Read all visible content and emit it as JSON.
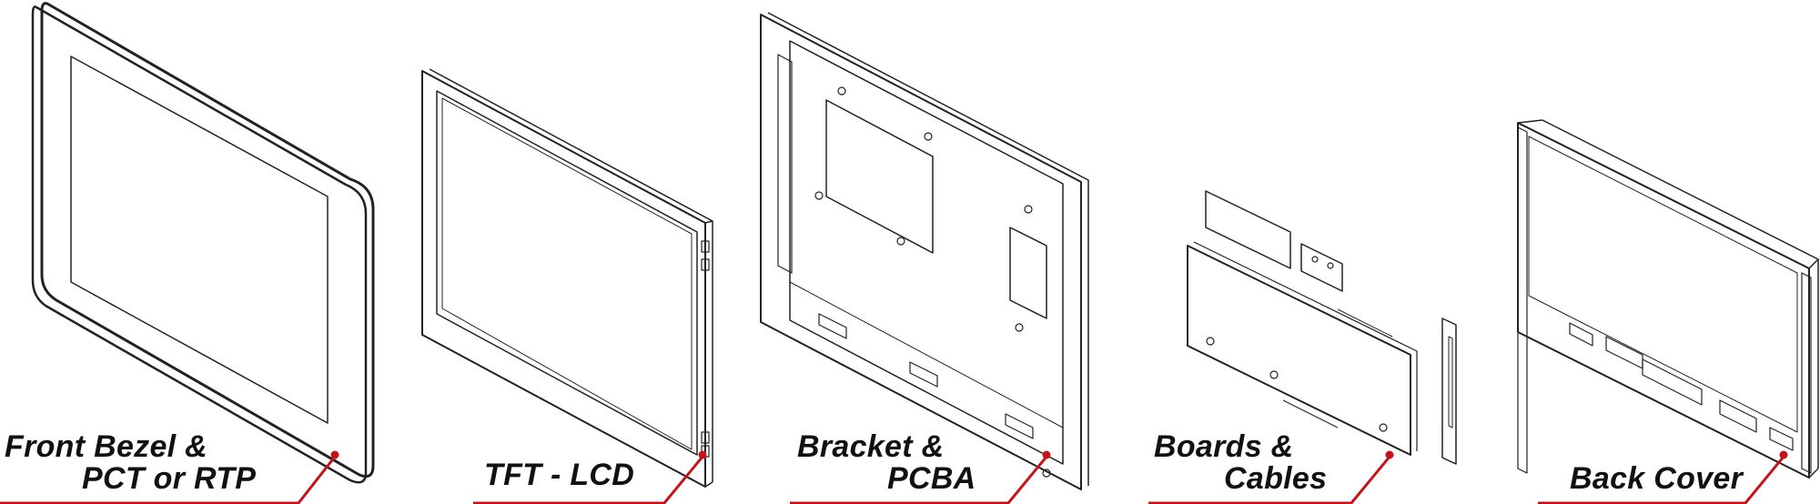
{
  "components": [
    {
      "id": "front-bezel",
      "label_lines": [
        "Front Bezel &",
        "PCT or RTP"
      ]
    },
    {
      "id": "tft-lcd",
      "label_lines": [
        "TFT - LCD"
      ]
    },
    {
      "id": "bracket",
      "label_lines": [
        "Bracket &",
        "PCBA"
      ]
    },
    {
      "id": "boards",
      "label_lines": [
        "Boards &",
        "Cables"
      ]
    },
    {
      "id": "back-cover",
      "label_lines": [
        "Back Cover"
      ]
    }
  ],
  "colors": {
    "line": "#222222",
    "leader": "#c0151c",
    "label": "#111111"
  }
}
